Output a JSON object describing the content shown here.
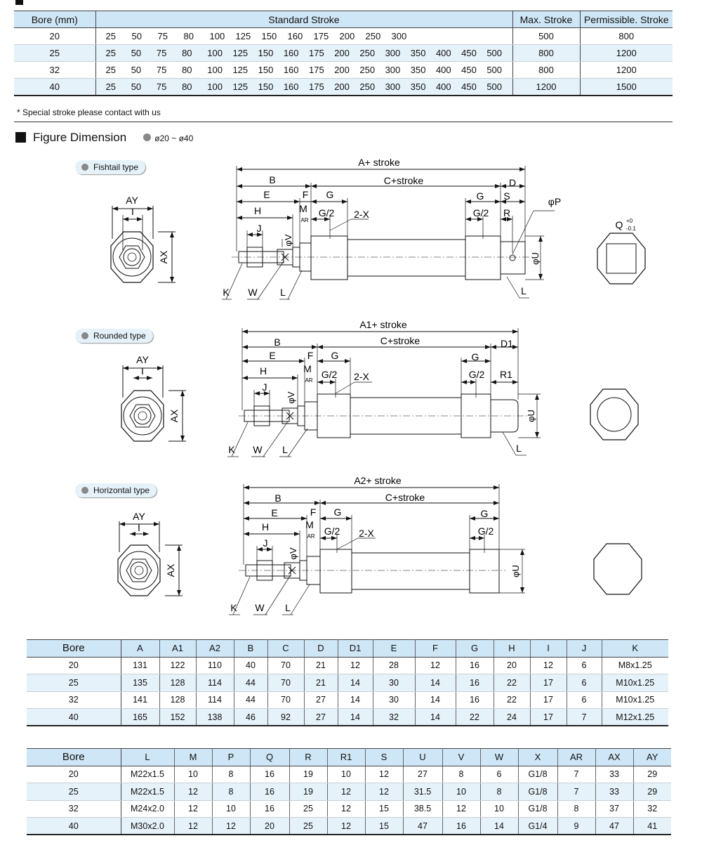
{
  "stroke_section": {
    "headers": {
      "bore": "Bore (mm)",
      "standard": "Standard Stroke",
      "max": "Max. Stroke",
      "permissible": "Permissible. Stroke"
    },
    "rows": [
      {
        "bore": "20",
        "strokes": [
          "25",
          "50",
          "75",
          "80",
          "100",
          "125",
          "150",
          "160",
          "175",
          "200",
          "250",
          "300"
        ],
        "max": "500",
        "permissible": "800"
      },
      {
        "bore": "25",
        "strokes": [
          "25",
          "50",
          "75",
          "80",
          "100",
          "125",
          "150",
          "160",
          "175",
          "200",
          "250",
          "300",
          "350",
          "400",
          "450",
          "500"
        ],
        "max": "800",
        "permissible": "1200"
      },
      {
        "bore": "32",
        "strokes": [
          "25",
          "50",
          "75",
          "80",
          "100",
          "125",
          "150",
          "160",
          "175",
          "200",
          "250",
          "300",
          "350",
          "400",
          "450",
          "500"
        ],
        "max": "800",
        "permissible": "1200"
      },
      {
        "bore": "40",
        "strokes": [
          "25",
          "50",
          "75",
          "80",
          "100",
          "125",
          "150",
          "160",
          "175",
          "200",
          "250",
          "300",
          "350",
          "400",
          "450",
          "500"
        ],
        "max": "1200",
        "permissible": "1500"
      }
    ],
    "note": "* Special stroke please contact with us"
  },
  "figure": {
    "title": "Figure Dimension",
    "range": "ø20 ~ ø40",
    "types": [
      {
        "label": "Fishtail type",
        "overall": "A+ stroke"
      },
      {
        "label": "Rounded type",
        "overall": "A1+ stroke"
      },
      {
        "label": "Horizontal type",
        "overall": "A2+ stroke"
      }
    ],
    "dims": {
      "b": "B",
      "c": "C+stroke",
      "d": "D",
      "d1": "D1",
      "e": "E",
      "f": "F",
      "g": "G",
      "g2": "G/2",
      "x": "2-X",
      "h": "H",
      "m": "M",
      "ar": "AR",
      "j": "J",
      "v": "φV",
      "k": "K",
      "w": "W",
      "l": "L",
      "s": "S",
      "r": "R",
      "r1": "R1",
      "p": "φP",
      "u": "φU",
      "ay": "AY",
      "i": "I",
      "ax": "AX",
      "q": "Q",
      "q_tol_upper": "+0",
      "q_tol_lower": "-0.1"
    }
  },
  "table1": {
    "headers": [
      "Bore",
      "A",
      "A1",
      "A2",
      "B",
      "C",
      "D",
      "D1",
      "E",
      "F",
      "G",
      "H",
      "I",
      "J",
      "K"
    ],
    "rows": [
      [
        "20",
        "131",
        "122",
        "110",
        "40",
        "70",
        "21",
        "12",
        "28",
        "12",
        "16",
        "20",
        "12",
        "6",
        "M8x1.25"
      ],
      [
        "25",
        "135",
        "128",
        "114",
        "44",
        "70",
        "21",
        "14",
        "30",
        "14",
        "16",
        "22",
        "17",
        "6",
        "M10x1.25"
      ],
      [
        "32",
        "141",
        "128",
        "114",
        "44",
        "70",
        "27",
        "14",
        "30",
        "14",
        "16",
        "22",
        "17",
        "6",
        "M10x1.25"
      ],
      [
        "40",
        "165",
        "152",
        "138",
        "46",
        "92",
        "27",
        "14",
        "32",
        "14",
        "22",
        "24",
        "17",
        "7",
        "M12x1.25"
      ]
    ]
  },
  "table2": {
    "headers": [
      "Bore",
      "L",
      "M",
      "P",
      "Q",
      "R",
      "R1",
      "S",
      "U",
      "V",
      "W",
      "X",
      "AR",
      "AX",
      "AY"
    ],
    "rows": [
      [
        "20",
        "M22x1.5",
        "10",
        "8",
        "16",
        "19",
        "10",
        "12",
        "27",
        "8",
        "6",
        "G1/8",
        "7",
        "33",
        "29"
      ],
      [
        "25",
        "M22x1.5",
        "12",
        "8",
        "16",
        "19",
        "12",
        "12",
        "31.5",
        "10",
        "8",
        "G1/8",
        "7",
        "33",
        "29"
      ],
      [
        "32",
        "M24x2.0",
        "12",
        "10",
        "16",
        "25",
        "12",
        "15",
        "38.5",
        "12",
        "10",
        "G1/8",
        "8",
        "37",
        "32"
      ],
      [
        "40",
        "M30x2.0",
        "12",
        "12",
        "20",
        "25",
        "12",
        "15",
        "47",
        "16",
        "14",
        "G1/4",
        "9",
        "47",
        "41"
      ]
    ]
  }
}
